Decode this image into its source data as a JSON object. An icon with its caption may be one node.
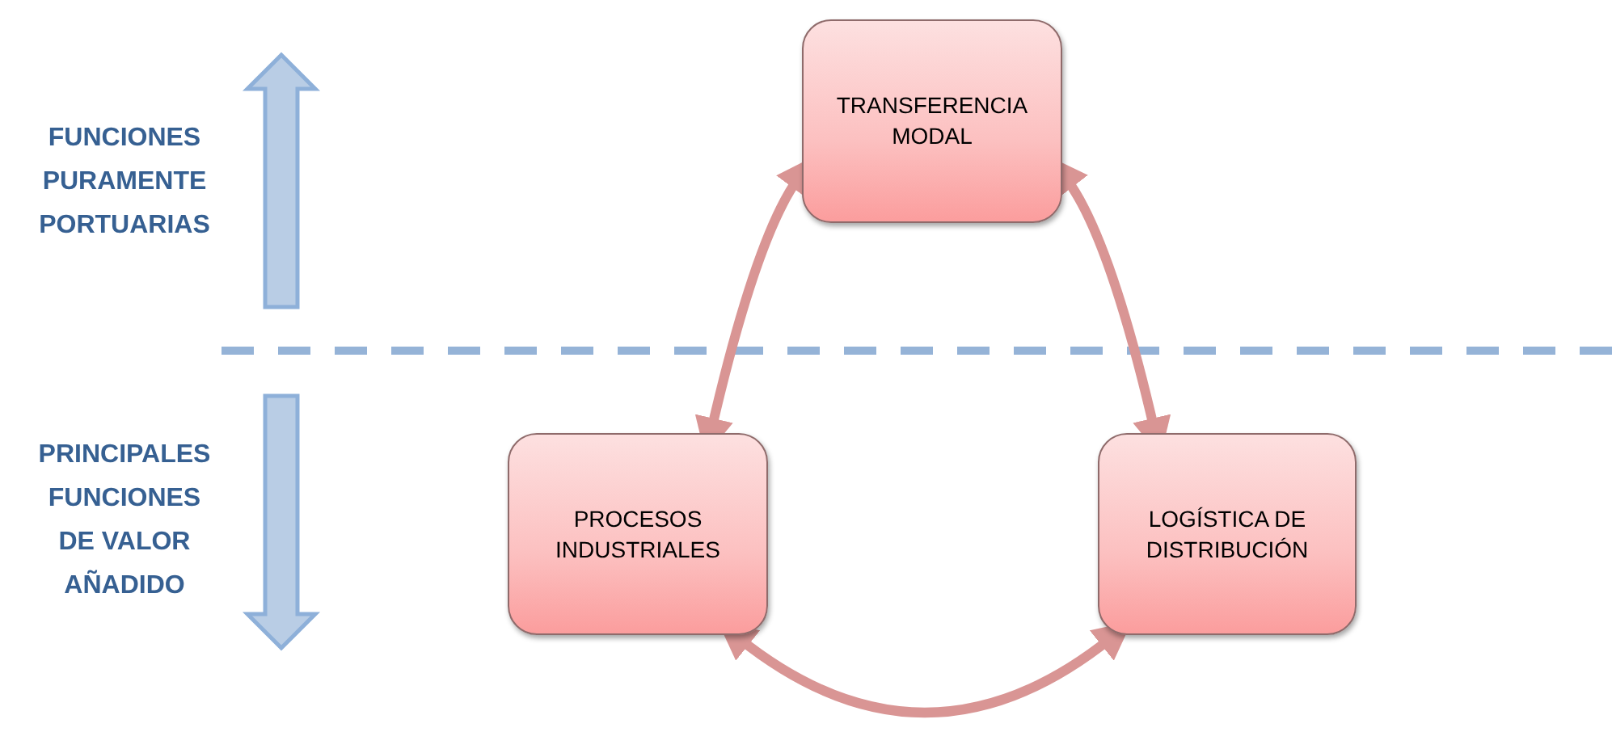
{
  "diagram": {
    "nodes": [
      {
        "text": [
          "TRANSFERENCIA MODAL"
        ]
      },
      {
        "text": [
          "PROCESOS INDUSTRIALES"
        ]
      },
      {
        "text": [
          "LOGÍSTICA DE DISTRIBUCIÓN"
        ]
      }
    ],
    "edges": [
      {
        "from": 0,
        "to": 1,
        "arrow": "both"
      },
      {
        "from": 0,
        "to": 2,
        "arrow": "both"
      },
      {
        "from": 1,
        "to": 2,
        "arrow": "both"
      }
    ],
    "labels": [
      "FUNCIONES PURAMENTE PORTUARIAS",
      "PRINCIPALES FUNCIONES DE VALOR AÑADIDO"
    ]
  }
}
